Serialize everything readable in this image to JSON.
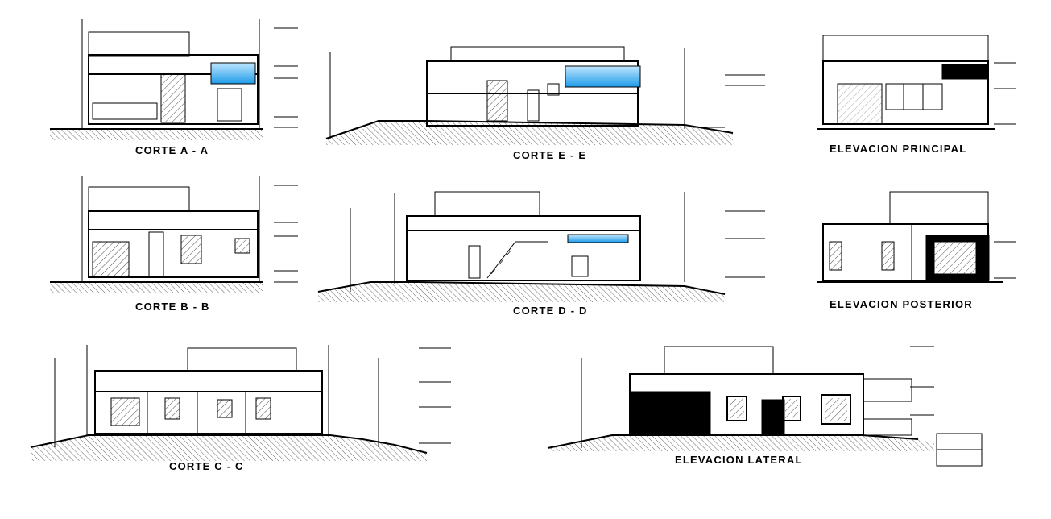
{
  "drawing": {
    "views": [
      {
        "id": "corte-a-a",
        "title": "CORTE  A - A"
      },
      {
        "id": "corte-e-e",
        "title": "CORTE  E - E"
      },
      {
        "id": "elevacion-principal",
        "title": "ELEVACION PRINCIPAL"
      },
      {
        "id": "corte-b-b",
        "title": "CORTE  B - B"
      },
      {
        "id": "corte-d-d",
        "title": "CORTE  D - D"
      },
      {
        "id": "elevacion-posterior",
        "title": "ELEVACION POSTERIOR"
      },
      {
        "id": "corte-c-c",
        "title": "CORTE  C - C"
      },
      {
        "id": "elevacion-lateral",
        "title": "ELEVACION LATERAL"
      }
    ],
    "colors": {
      "background": "#ffffff",
      "linework": "#000000",
      "pool_water_top": "#bfe6ff",
      "pool_water_bottom": "#1e9be8"
    }
  }
}
